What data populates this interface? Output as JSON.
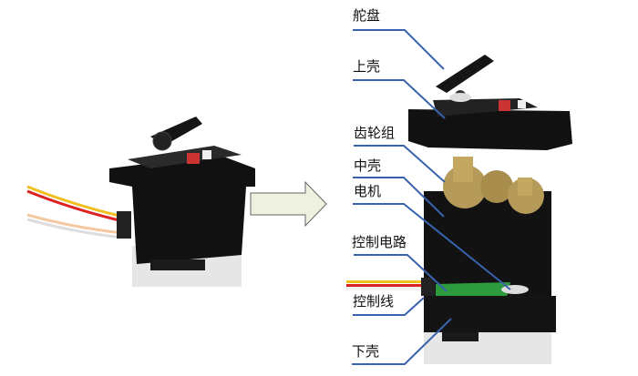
{
  "labels": {
    "horn": "舵盘",
    "upper_case": "上壳",
    "gear_set": "齿轮组",
    "middle_case": "中壳",
    "motor": "电机",
    "control_circuit": "控制电路",
    "control_wire": "控制线",
    "lower_case": "下壳"
  },
  "colors": {
    "leader": "#3a63ad",
    "body": "#111111",
    "gear": "#b59a5a",
    "pcb": "#2e9a3e",
    "arrow_fill": "#eef0e0"
  }
}
